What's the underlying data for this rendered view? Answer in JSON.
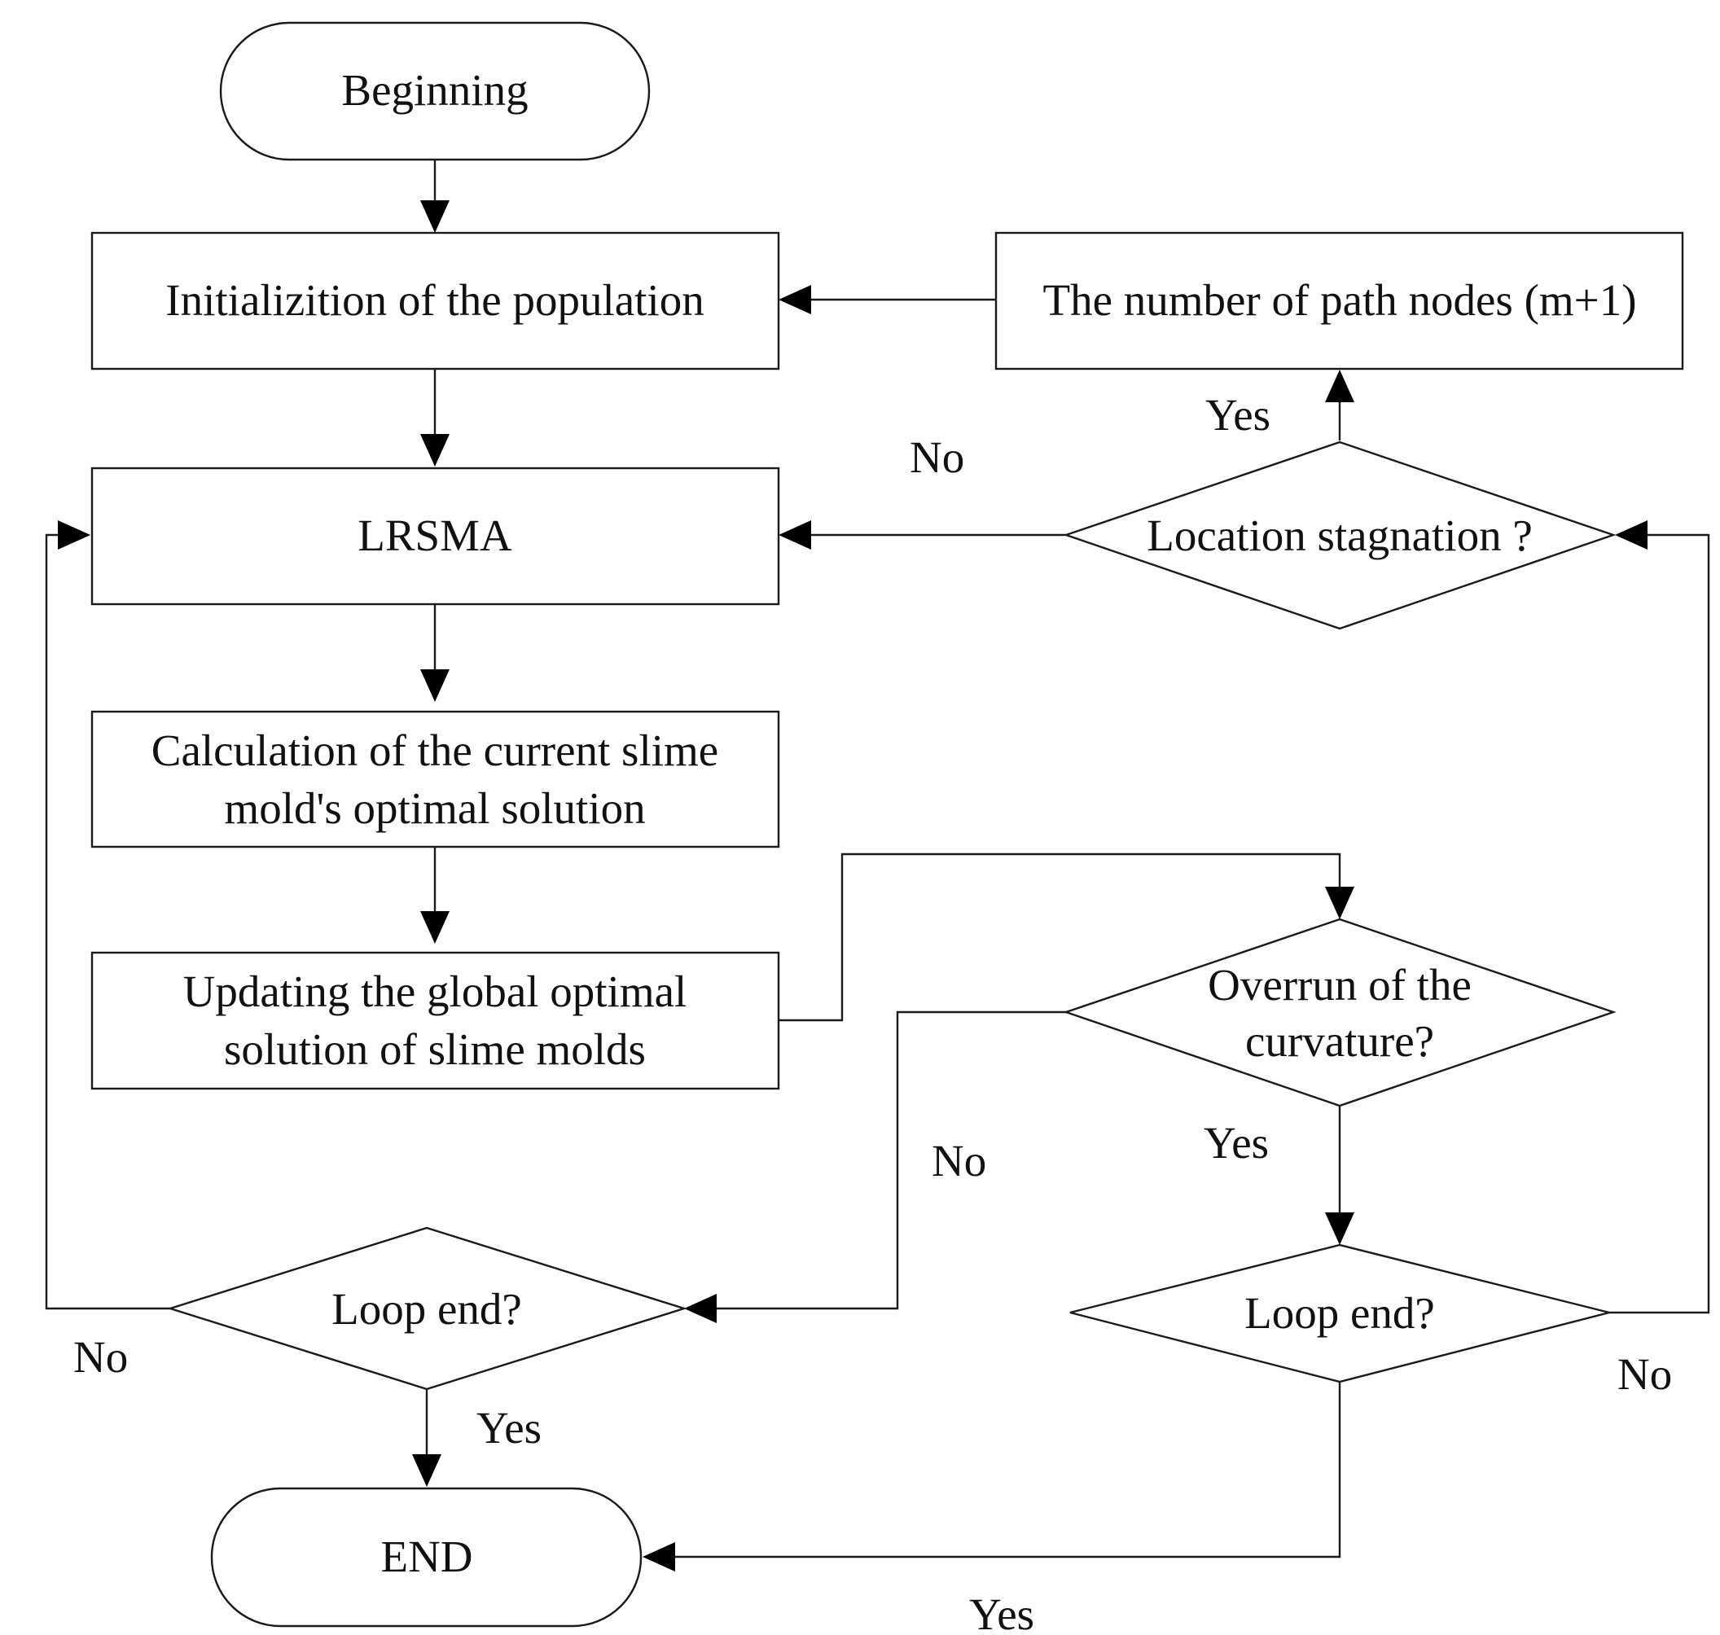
{
  "nodes": {
    "beginning": "Beginning",
    "init_population": "Initializition of the population",
    "path_nodes": "The number of path nodes (m+1)",
    "lrsma": "LRSMA",
    "location_stagnation": "Location stagnation ?",
    "calc_current_line1": "Calculation of the current slime",
    "calc_current_line2": "mold's optimal solution",
    "update_global_line1": "Updating the global optimal",
    "update_global_line2": "solution of slime molds",
    "overrun_line1": "Overrun of the",
    "overrun_line2": "curvature?",
    "loop_end_left": "Loop end?",
    "loop_end_right": "Loop end?",
    "end": "END"
  },
  "edge_labels": {
    "stagnation_yes": "Yes",
    "stagnation_no": "No",
    "overrun_no": "No",
    "overrun_yes": "Yes",
    "loop_left_no": "No",
    "loop_left_yes": "Yes",
    "loop_right_no": "No",
    "loop_right_yes": "Yes"
  }
}
